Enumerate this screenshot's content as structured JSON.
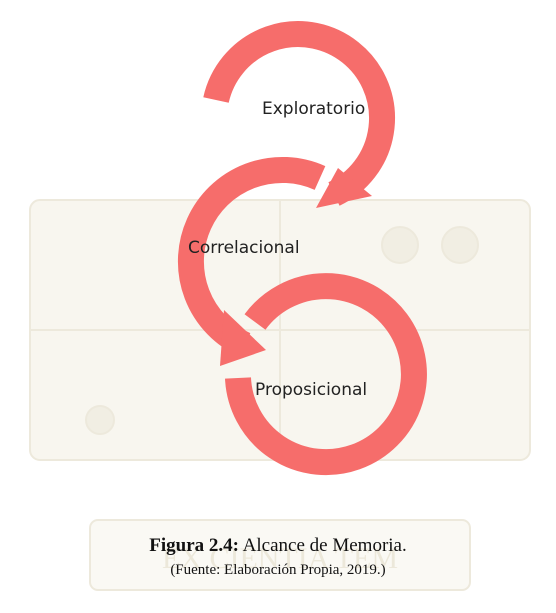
{
  "diagram": {
    "steps": [
      {
        "label": "Exploratorio"
      },
      {
        "label": "Correlacional"
      },
      {
        "label": "Proposicional"
      }
    ],
    "colors": {
      "ring": "#f66d6b",
      "watermark": "#f5f3ea",
      "watermark_line": "#eae6d8"
    }
  },
  "caption": {
    "figure_label": "Figura 2.4:",
    "title": "Alcance de Memoria.",
    "source": "(Fuente: Elaboración Propia, 2019.)"
  },
  "watermark": {
    "motto": "EX CIENTIA TEM"
  }
}
